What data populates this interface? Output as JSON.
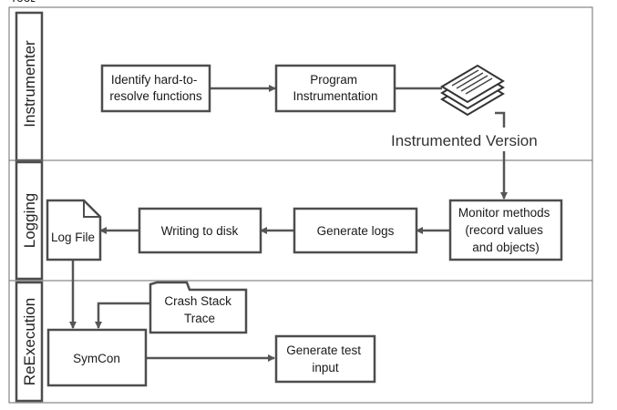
{
  "lanes": [
    {
      "id": "instrumenter",
      "title": "Instrumenter"
    },
    {
      "id": "logging",
      "title": "Logging"
    },
    {
      "id": "reexecution",
      "title": "ReExecution"
    }
  ],
  "nodes": {
    "identify": [
      "Identify hard-to-",
      "resolve functions"
    ],
    "program": [
      "Program",
      "Instrumentation"
    ],
    "instrumented_version": "Instrumented Version",
    "monitor": [
      "Monitor methods",
      "(record values",
      "and objects)"
    ],
    "generate_logs": [
      "Generate logs"
    ],
    "writing": [
      "Writing to disk"
    ],
    "logfile": [
      "Log File"
    ],
    "crash": [
      "Crash Stack",
      "Trace"
    ],
    "symcon": [
      "SymCon"
    ],
    "gentest": [
      "Generate test",
      "input"
    ]
  },
  "colors": {
    "box_stroke": "#4d4d4d",
    "lane_stroke": "#6e6e6e",
    "edge": "#555555",
    "background": "#ffffff"
  }
}
